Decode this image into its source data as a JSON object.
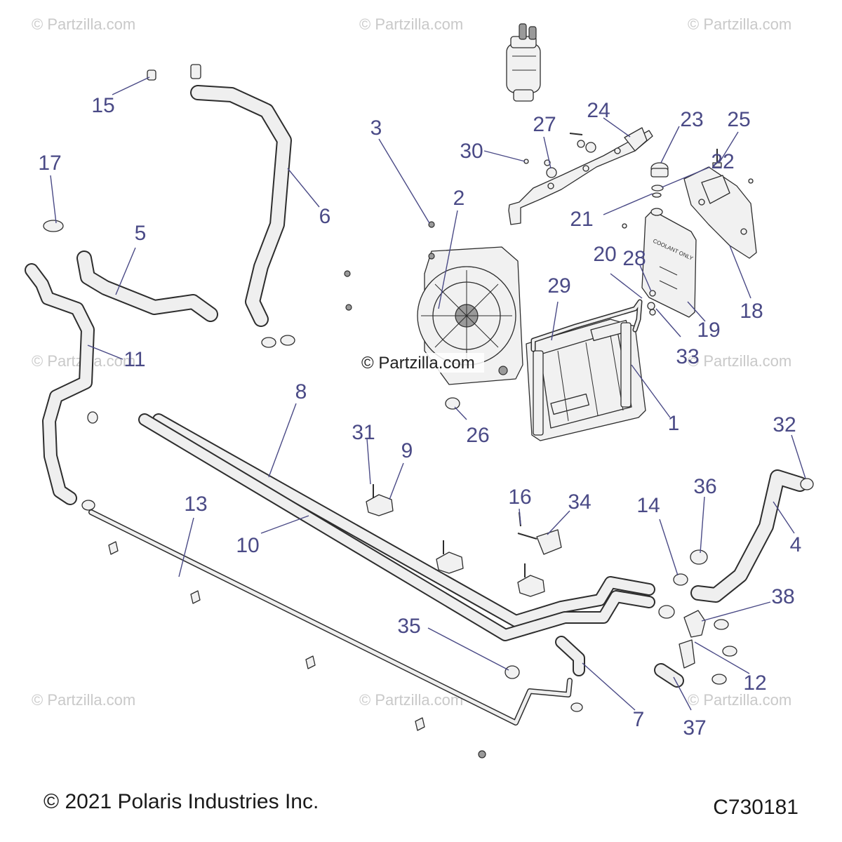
{
  "watermarks": {
    "corner_text": "© Partzilla.com",
    "center_text": "© Partzilla.com"
  },
  "footer": {
    "copyright": "© 2021 Polaris Industries Inc.",
    "diagram_code": "C730181"
  },
  "callouts": [
    "1",
    "2",
    "3",
    "4",
    "5",
    "6",
    "7",
    "8",
    "9",
    "10",
    "11",
    "12",
    "13",
    "14",
    "15",
    "16",
    "17",
    "18",
    "19",
    "20",
    "21",
    "22",
    "23",
    "24",
    "25",
    "26",
    "27",
    "28",
    "29",
    "30",
    "31",
    "32",
    "33",
    "34",
    "35",
    "36",
    "37",
    "38"
  ],
  "tank_labels": {
    "coolant": "COOLANT ONLY"
  },
  "colors": {
    "callout": "#4a4a86",
    "line": "#2d2d2d",
    "watermark": "#c9c9c9"
  }
}
